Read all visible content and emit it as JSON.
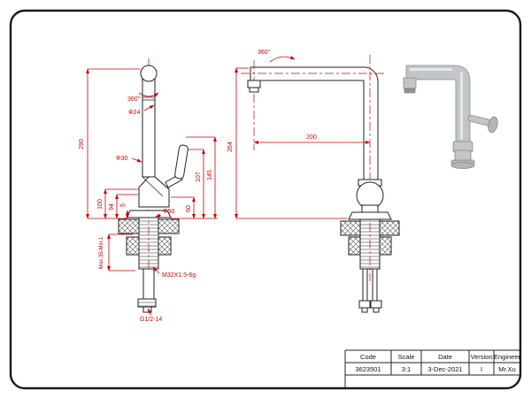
{
  "front_view": {
    "dims": {
      "h290": "290",
      "swivel": "360°",
      "d24": "Φ24",
      "d30": "Φ30",
      "h100": "100",
      "h94": "94",
      "h5": "5",
      "d50": "Φ50",
      "h60": "60",
      "h107": "107",
      "h145": "145",
      "clamp": "Max.35-Min.1",
      "thread": "M32X1.5-6g",
      "inlet": "G1/2-14"
    }
  },
  "side_view": {
    "dims": {
      "swivel": "360°",
      "h264": "264",
      "w200": "200"
    }
  },
  "title_block": {
    "headers": [
      "Code",
      "Scale",
      "Date",
      "Version",
      "Engineer"
    ],
    "values": [
      "3623501",
      "3:1",
      "3-Dec-2021",
      "I",
      "Mr.Xu"
    ]
  },
  "colors": {
    "dimension": "#cc0000",
    "line": "#222222"
  }
}
